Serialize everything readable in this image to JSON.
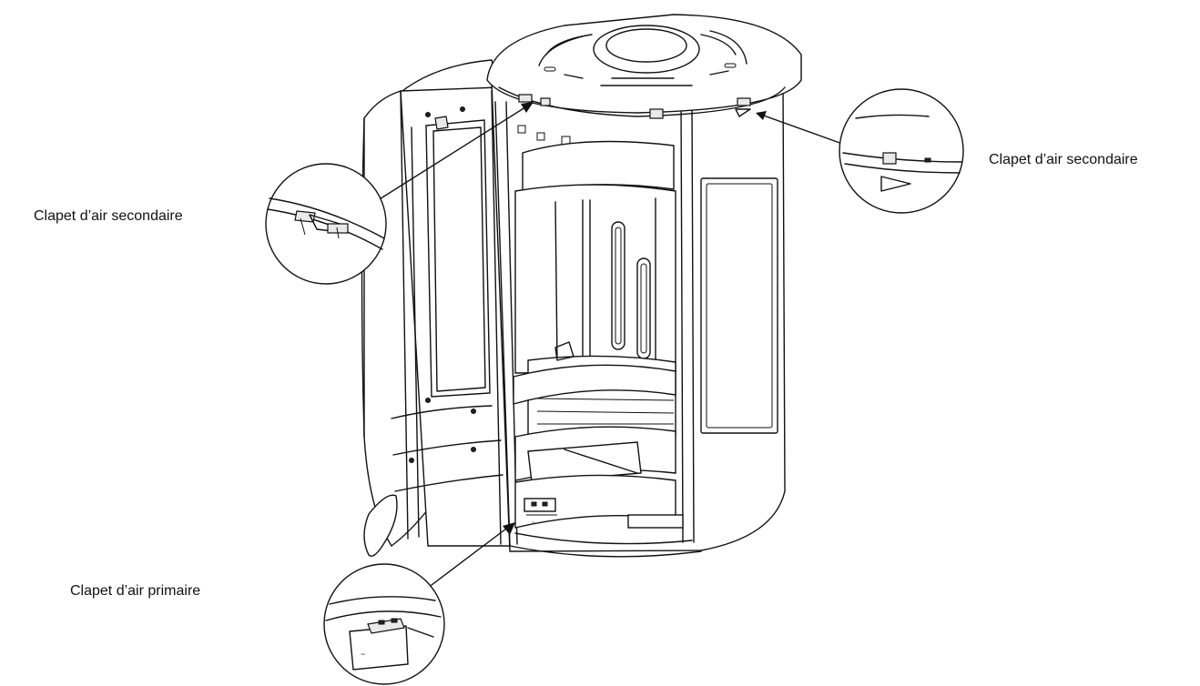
{
  "callouts": {
    "secondary_left": "Clapet d’air secondaire",
    "secondary_right": "Clapet d’air secondaire",
    "primary": "Clapet d’air primaire"
  },
  "colors": {
    "line": "#111111",
    "background": "#ffffff"
  }
}
